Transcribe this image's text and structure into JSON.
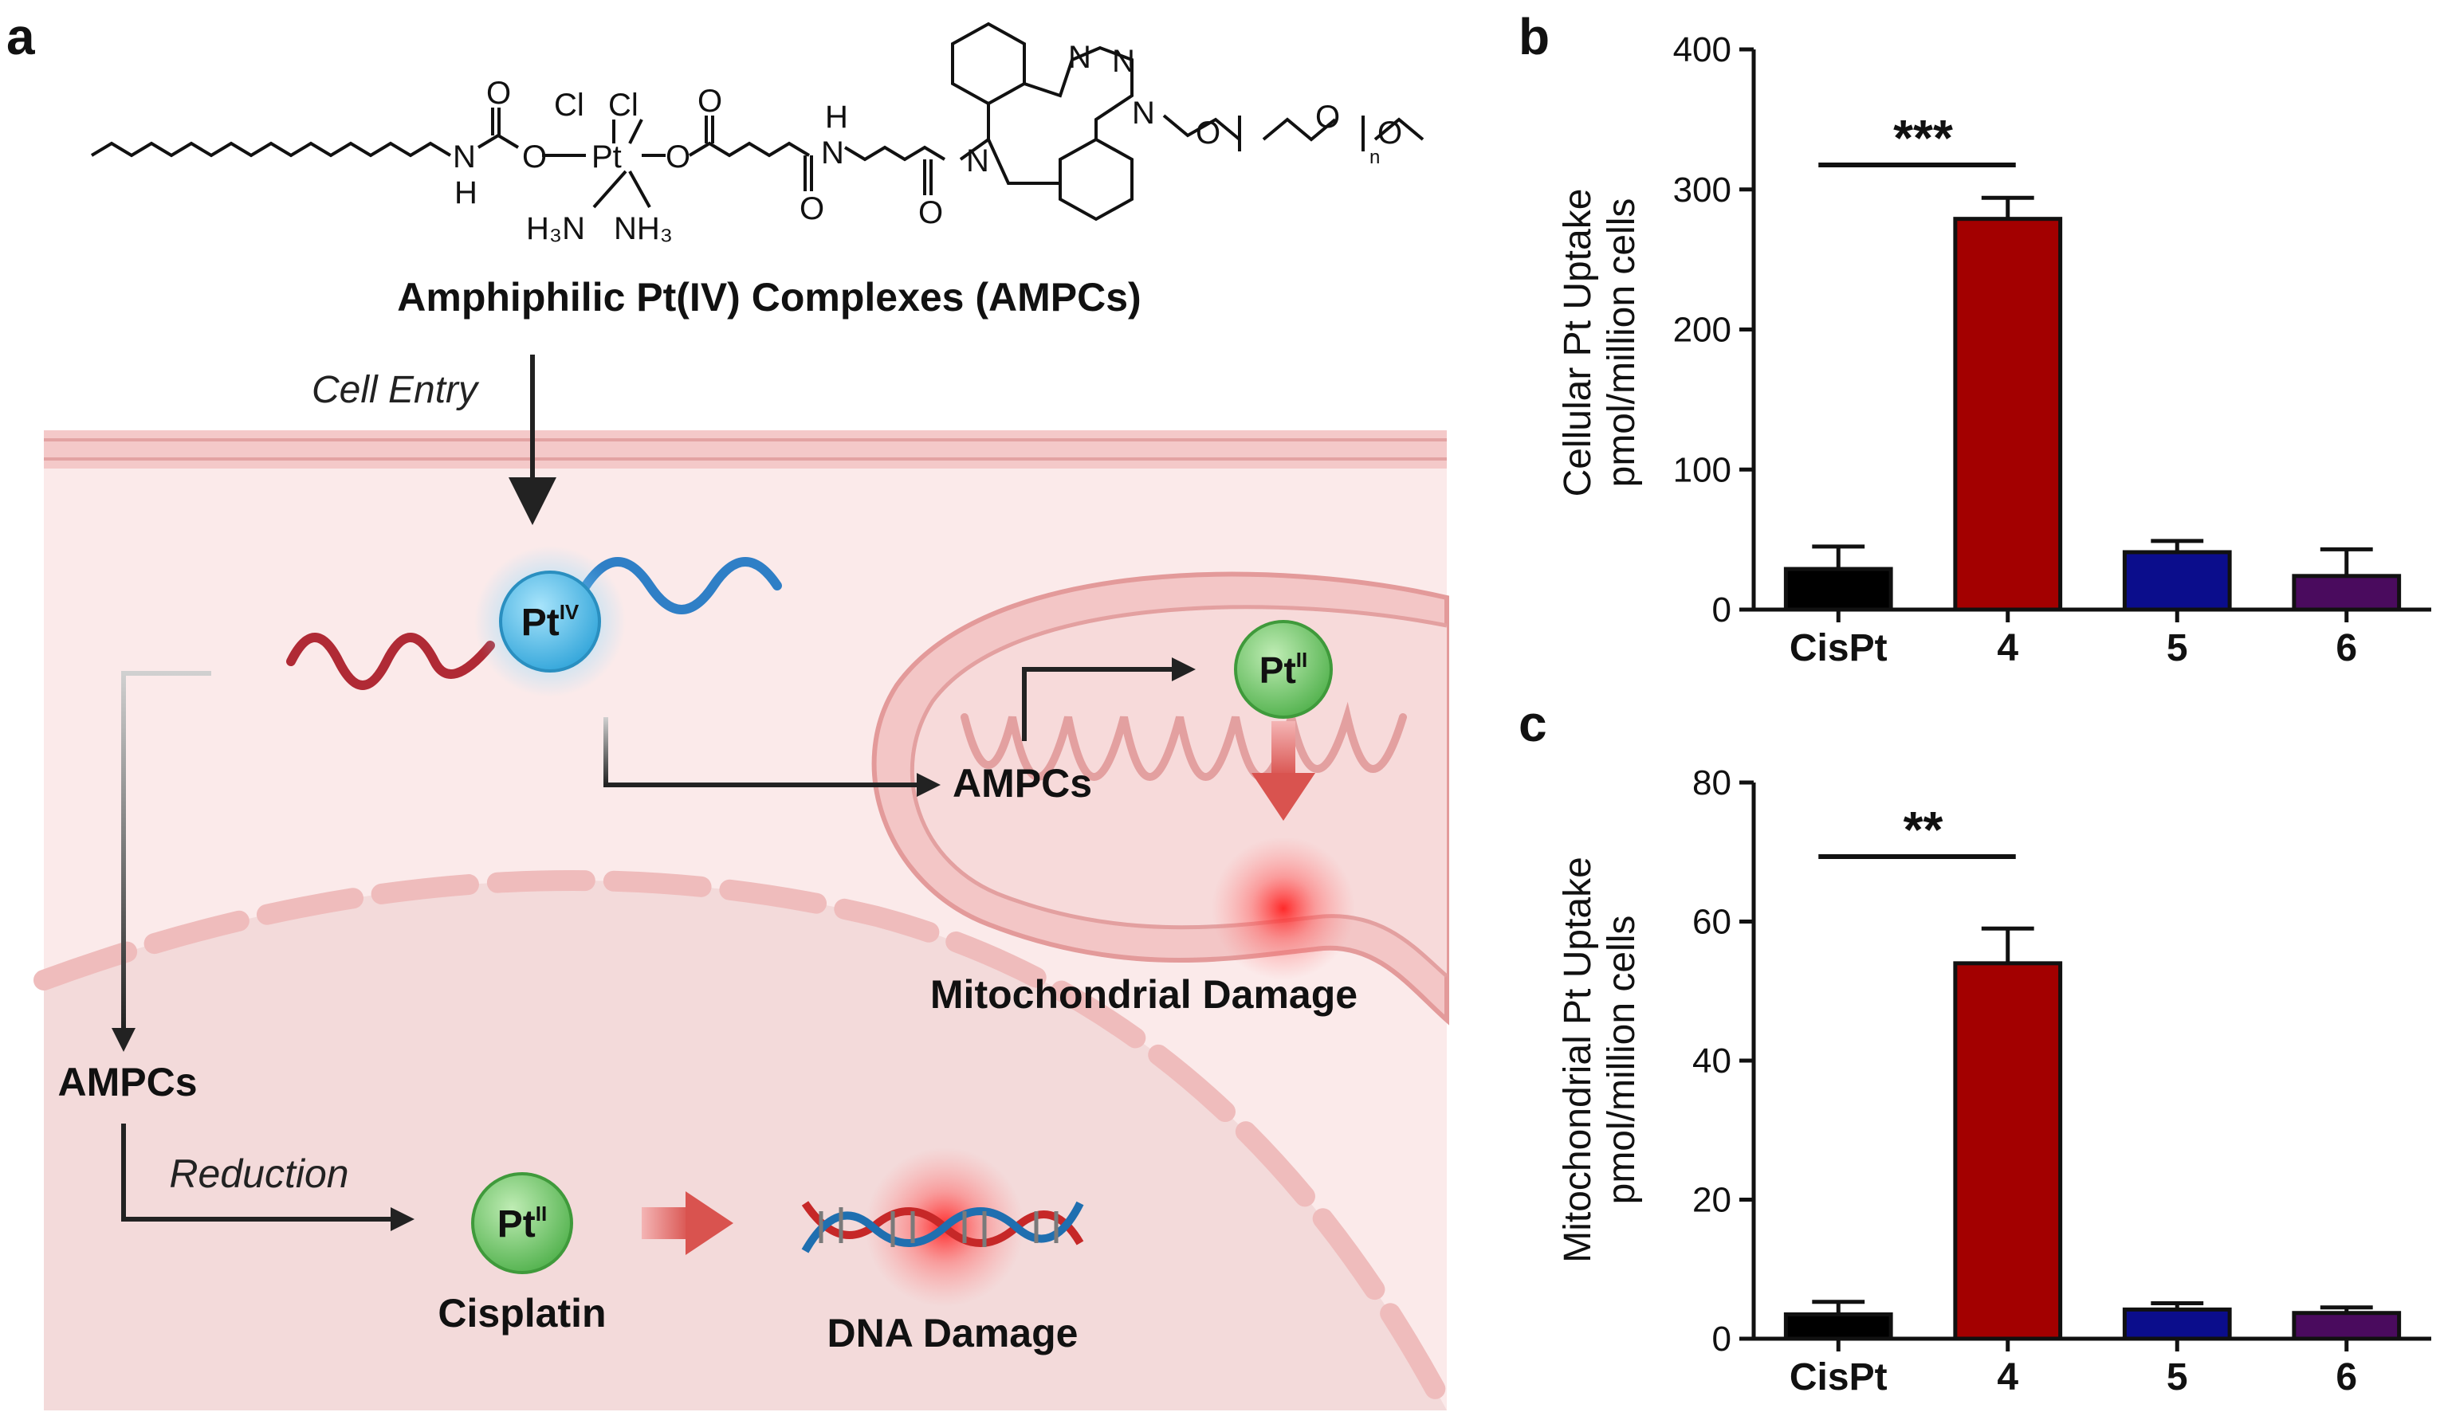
{
  "panel_labels": {
    "a": "a",
    "b": "b",
    "c": "c"
  },
  "schematic": {
    "molecule_title": "Amphiphilic Pt(IV) Complexes (AMPCs)",
    "cell_entry": "Cell Entry",
    "pt_iv_base": "Pt",
    "pt_iv_sup": "IV",
    "pt_ii_base": "Pt",
    "pt_ii_sup": "II",
    "ampcs_mito": "AMPCs",
    "ampcs_cyto": "AMPCs",
    "reduction": "Reduction",
    "cisplatin": "Cisplatin",
    "mito_damage": "Mitochondrial Damage",
    "dna_damage": "DNA Damage",
    "chem_labels": {
      "cl1": "Cl",
      "cl2": "Cl",
      "pt": "Pt",
      "h3n": "H₃N",
      "nh3": "NH₃",
      "n_amide": "N",
      "h_amide": "H",
      "o_carbonyl": "O",
      "o_link1": "O",
      "o_link2": "O",
      "o_ester": "O",
      "o_ester2": "O",
      "nh_n": "N",
      "nh_h": "H",
      "o_amide2": "O",
      "o_amide3": "O",
      "n_ring": "N",
      "triazole_n1": "N",
      "triazole_n2": "N",
      "triazole_n3": "N",
      "peg_o1": "O",
      "peg_o2": "O",
      "peg_o3": "O",
      "peg_n": "n"
    },
    "colors": {
      "membrane": "#f2c4c4",
      "cytoplasm": "#fbe9e9",
      "nucleus": "#f4dcdc",
      "mitochondrion": "#f3caca",
      "pt_iv": "#5bc0e8",
      "pt_ii": "#7ccf79",
      "hydrophobic_tail": "#b02a35",
      "hydrophilic_tail": "#2f7fc6"
    }
  },
  "chart_data": [
    {
      "type": "bar",
      "panel": "b",
      "categories": [
        "CisPt",
        "4",
        "5",
        "6"
      ],
      "values": [
        29,
        279,
        41,
        24
      ],
      "errors": [
        16,
        15,
        8,
        19
      ],
      "colors": [
        "#000000",
        "#a30000",
        "#0b0d8c",
        "#4a0b5e"
      ],
      "ylabel_line1": "Cellular Pt Uptake",
      "ylabel_line2": "pmol/million cells",
      "ylim": [
        0,
        400
      ],
      "yticks": [
        "0",
        "100",
        "200",
        "300",
        "400"
      ],
      "significance": {
        "text": "***",
        "from": "CisPt",
        "to": "4"
      }
    },
    {
      "type": "bar",
      "panel": "c",
      "categories": [
        "CisPt",
        "4",
        "5",
        "6"
      ],
      "values": [
        3.5,
        54,
        4.2,
        3.7
      ],
      "errors": [
        1.8,
        5,
        0.9,
        0.8
      ],
      "colors": [
        "#000000",
        "#a30000",
        "#0b0d8c",
        "#4a0b5e"
      ],
      "ylabel_line1": "Mitochondrial Pt Uptake",
      "ylabel_line2": "pmol/million cells",
      "ylim": [
        0,
        80
      ],
      "yticks": [
        "0",
        "20",
        "40",
        "60",
        "80"
      ],
      "significance": {
        "text": "**",
        "from": "CisPt",
        "to": "4"
      }
    }
  ]
}
